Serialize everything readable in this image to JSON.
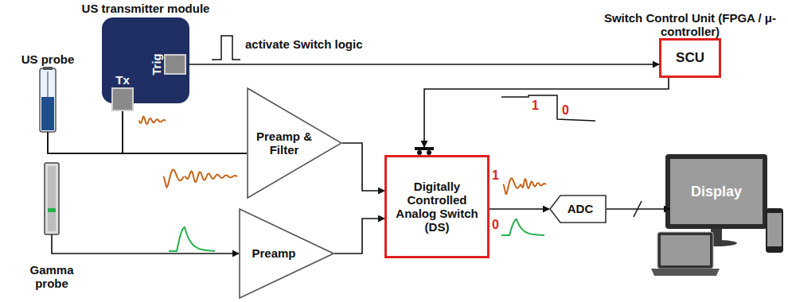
{
  "diagram": {
    "nodes": [
      {
        "text": [
          "US probe"
        ]
      },
      {
        "text": [
          "US transmitter module"
        ]
      },
      {
        "text": [
          "Tx"
        ],
        "in": 1
      },
      {
        "text": [
          "Trig"
        ],
        "in": 1
      },
      {
        "text": [
          "Switch Control Unit (FPGA / μ-controller)",
          "SCU"
        ]
      },
      {
        "text": [
          "Preamp & Filter"
        ]
      },
      {
        "text": [
          "Gamma probe"
        ]
      },
      {
        "text": [
          "Preamp"
        ]
      },
      {
        "text": [
          "Digitally Controlled Analog Switch (DS)"
        ]
      },
      {
        "text": [
          "ADC"
        ]
      },
      {
        "text": [
          "Display"
        ]
      }
    ],
    "edges": [
      {
        "from": 3,
        "to": 4,
        "arrow": "to",
        "label": "activate Switch logic"
      },
      {
        "from": 4,
        "to": 8,
        "arrow": "to"
      },
      {
        "from": 2,
        "to": 0,
        "arrow": "none"
      },
      {
        "from": 2,
        "to": 5,
        "arrow": "none"
      },
      {
        "from": 0,
        "to": 5,
        "arrow": "none"
      },
      {
        "from": 6,
        "to": 7,
        "arrow": "to"
      },
      {
        "from": 5,
        "to": 8,
        "arrow": "to"
      },
      {
        "from": 7,
        "to": 8,
        "arrow": "to"
      },
      {
        "from": 8,
        "to": 9,
        "arrow": "to"
      },
      {
        "from": 9,
        "to": 10,
        "arrow": "to"
      }
    ],
    "labels": [
      "1",
      "0",
      "1",
      "0"
    ]
  }
}
